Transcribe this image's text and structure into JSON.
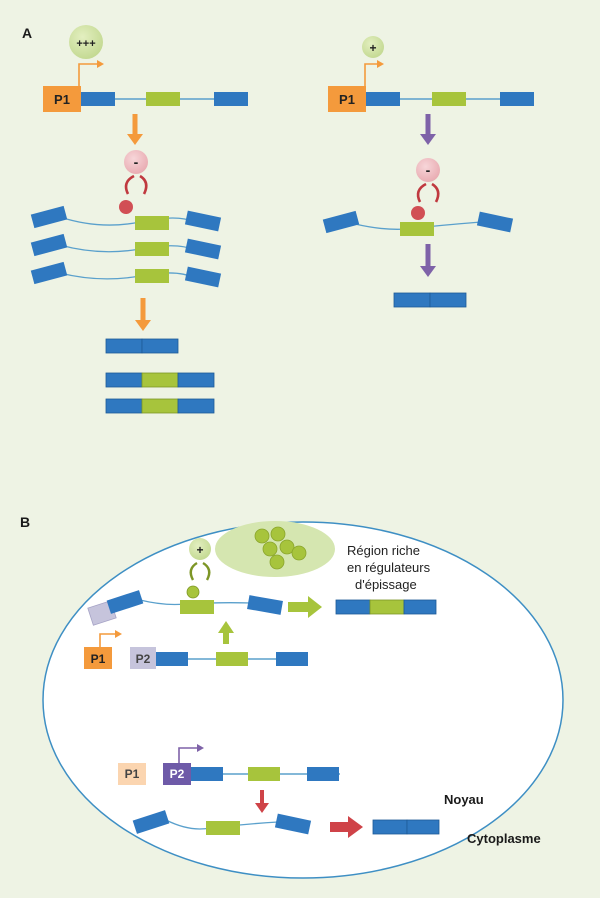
{
  "panels": {
    "a": {
      "label": "A"
    },
    "b": {
      "label": "B"
    }
  },
  "promoters": {
    "p1": "P1",
    "p2": "P2"
  },
  "regulators": {
    "strong_activator": "+++",
    "weak_activator": "+",
    "repressor": "-",
    "activator": "+"
  },
  "region": {
    "line1": "Région riche",
    "line2": "en régulateurs",
    "line3": "d'épissage"
  },
  "compartments": {
    "nucleus": "Noyau",
    "cytoplasm": "Cytoplasme"
  },
  "colors": {
    "exon_blue": "#2f78c0",
    "exon_green": "#a7c43c",
    "promoter_orange": "#f49a3c",
    "promoter_purple": "#6e5aa8",
    "repressor_red": "#d14f55",
    "arrow_orange": "#f49a3c",
    "arrow_purple": "#7e62a8",
    "arrow_green": "#a7c43c",
    "arrow_red": "#cf4348"
  }
}
